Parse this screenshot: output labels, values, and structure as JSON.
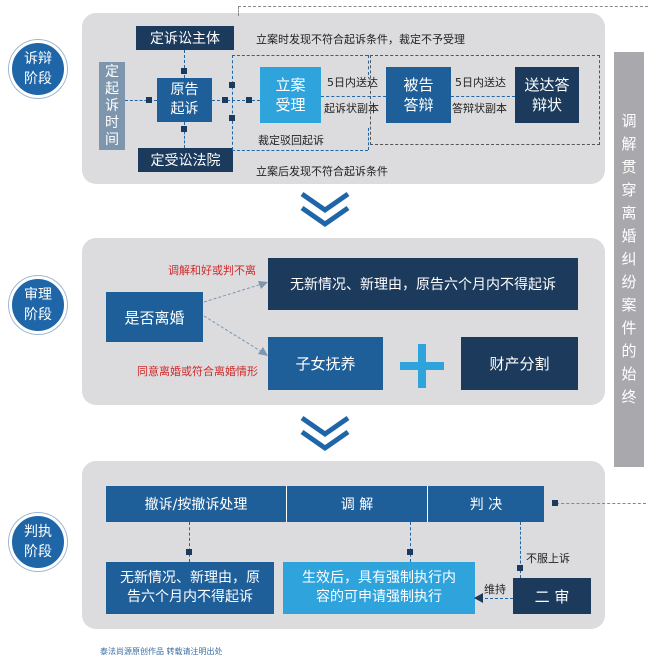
{
  "stages": {
    "s1": "诉辩阶段",
    "s2": "审理阶段",
    "s3": "判执阶段"
  },
  "side_banner": "调解贯穿离婚纠纷案件的始终",
  "stage1": {
    "subject": "定诉讼主体",
    "court": "定受讼法院",
    "time": "定起诉时间",
    "plaintiff": "原告起诉",
    "filing": "立案受理",
    "defendant": "被告答辩",
    "deliver": "送达答辩状",
    "reject_filing": "立案时发现不符合起诉条件，裁定不予受理",
    "days5_a": "5日内送达",
    "copy_a": "起诉状副本",
    "days5_b": "5日内送达",
    "copy_b": "答辩状副本",
    "dismiss": "裁定驳回起诉",
    "after_filing": "立案后发现不符合起诉条件"
  },
  "stage2": {
    "divorce_q": "是否离婚",
    "reconcile_label": "调解和好或判不离",
    "no_new": "无新情况、新理由，原告六个月内不得起诉",
    "agree_label": "同意离婚或符合离婚情形",
    "custody": "子女抚养",
    "property": "财产分割"
  },
  "stage3": {
    "withdraw": "撤诉/按撤诉处理",
    "mediate": "调  解",
    "judge": "判  决",
    "no_new": "无新情况、新理由，原告六个月内不得起诉",
    "enforce": "生效后，具有强制执行内容的可申请强制执行",
    "appeal": "不服上诉",
    "uphold": "维持",
    "second": "二  审"
  },
  "footer": "泰法尚源原创作品 转载请注明出处",
  "colors": {
    "navy": "#1b3a5c",
    "blue": "#1f5f99",
    "cyan": "#2fa3db",
    "panel": "#dcdcdf",
    "red": "#d02a2a"
  }
}
